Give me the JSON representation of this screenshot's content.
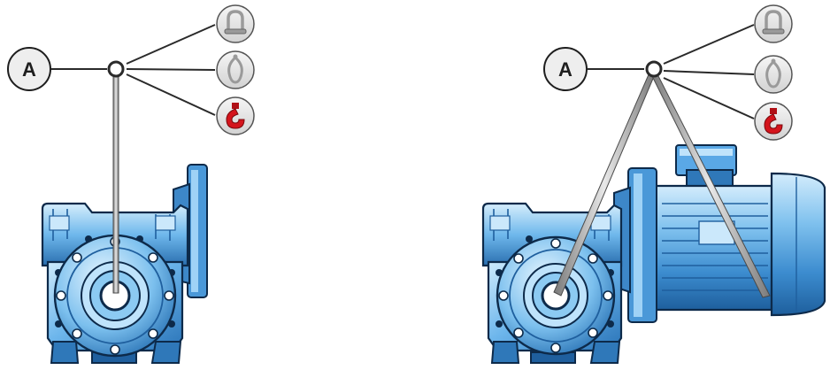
{
  "diagrams": [
    {
      "id": "gearbox-only",
      "point_label": "A",
      "lifting_options": [
        "shackle-icon",
        "sling-link-icon",
        "hook-icon"
      ]
    },
    {
      "id": "gearbox-with-motor",
      "point_label": "A",
      "lifting_options": [
        "shackle-icon",
        "sling-link-icon",
        "hook-icon"
      ]
    }
  ],
  "colors": {
    "housing": "#5aa8e6",
    "housing_light": "#bfe3fb",
    "housing_dark": "#1f5f9e",
    "outline": "#0d2a4a",
    "hook": "#d4141c",
    "icon_bg": "#e6e6e6",
    "sling": "#9a9a9a"
  }
}
